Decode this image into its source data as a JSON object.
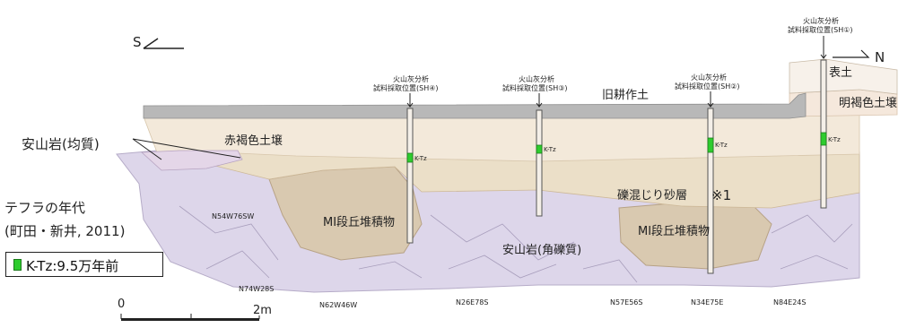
{
  "compass": {
    "south": "S",
    "north": "N"
  },
  "labels": {
    "andesite_homogeneous": "安山岩(均質)",
    "reddish_brown_soil": "赤褐色土壌",
    "old_cultivated_soil": "旧耕作土",
    "topsoil": "表土",
    "light_brown_soil": "明褐色土壌",
    "gravel_sand_layer": "礫混じり砂層",
    "note_mark": "※1",
    "terrace_deposit_1": "MⅠ段丘堆積物",
    "terrace_deposit_2": "MⅠ段丘堆積物",
    "andesite_angular": "安山岩(角礫質)"
  },
  "samples": [
    {
      "line1": "火山灰分析",
      "line2": "試料採取位置(SH④)",
      "ktz": "K-Tz"
    },
    {
      "line1": "火山灰分析",
      "line2": "試料採取位置(SH③)",
      "ktz": "K-Tz"
    },
    {
      "line1": "火山灰分析",
      "line2": "試料採取位置(SH②)",
      "ktz": "K-Tz"
    },
    {
      "line1": "火山灰分析",
      "line2": "試料採取位置(SH①)",
      "ktz": "K-Tz"
    }
  ],
  "joints": [
    "N54W76SW",
    "N74W28S",
    "N62W46W",
    "N26E78S",
    "N57E56S",
    "N34E75E",
    "N84E24S"
  ],
  "tephra": {
    "title": "テフラの年代",
    "source": "(町田・新井, 2011)",
    "legend": "K-Tz:9.5万年前",
    "color": "#2ecc2e"
  },
  "scale": {
    "start": "0",
    "end": "2m"
  }
}
